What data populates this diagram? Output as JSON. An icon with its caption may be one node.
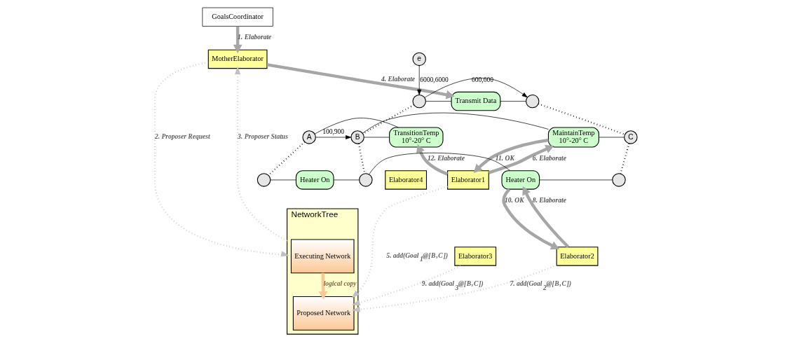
{
  "diagram": {
    "nodes": [
      {
        "text": [
          "GoalsCoordinator"
        ]
      },
      {
        "text": [
          "MotherElaborator"
        ]
      },
      {
        "text": [
          "NetworkTree"
        ]
      },
      {
        "text": [
          "Executing Network"
        ],
        "in": 2
      },
      {
        "text": [
          "Proposed Network"
        ],
        "in": 2
      },
      {
        "text": [
          "e"
        ]
      },
      {
        "text": [],
        "shape": "circle"
      },
      {
        "text": [
          "Transmit Data"
        ]
      },
      {
        "text": [],
        "shape": "circle"
      },
      {
        "text": [
          "Elaborator1"
        ]
      },
      {
        "text": [
          "A"
        ]
      },
      {
        "text": [
          "TransitionTemp",
          "10°-20° C"
        ]
      },
      {
        "text": [
          "B"
        ]
      },
      {
        "text": [
          "MaintainTemp",
          "10°-20° C"
        ]
      },
      {
        "text": [
          "C"
        ]
      },
      {
        "text": [
          "Elaborator4"
        ]
      },
      {
        "text": [
          "Elaborator2"
        ]
      },
      {
        "text": [],
        "shape": "circle"
      },
      {
        "text": [
          "Heater On"
        ]
      },
      {
        "text": [],
        "shape": "circle"
      },
      {
        "text": [
          "Heater On"
        ]
      },
      {
        "text": [],
        "shape": "circle"
      },
      {
        "text": [
          "Elaborator3"
        ]
      }
    ],
    "edges": [
      {
        "from": 0,
        "to": 1,
        "arrow": "to",
        "label": "1. Elaborate",
        "style": "thick",
        "color": "#a6a6a6"
      },
      {
        "from": 1,
        "to": 2,
        "arrow": "to",
        "label": "2. Proposer Request",
        "style": "dashed",
        "color": "#c0c0c0"
      },
      {
        "from": 2,
        "to": 1,
        "arrow": "to",
        "label": "3. Proposer Status",
        "style": "dashed",
        "color": "#c0c0c0"
      },
      {
        "from": 1,
        "to": 7,
        "arrow": "to",
        "label": "4. Elaborate",
        "style": "thick",
        "color": "#a6a6a6"
      },
      {
        "from": 9,
        "to": 4,
        "arrow": "to",
        "label": "5. add(Goal$_{1}$@[**B**,**C**])",
        "style": "dashed",
        "color": "#c0c0c0"
      },
      {
        "from": 9,
        "to": 13,
        "arrow": "to",
        "label": "6. Elaborate",
        "style": "thick",
        "color": "#a6a6a6"
      },
      {
        "from": 16,
        "to": 4,
        "arrow": "to",
        "label": "7. add(Goal$_{2}$@[**B**,**C**])",
        "style": "dashed",
        "color": "#c0c0c0"
      },
      {
        "from": 16,
        "to": 20,
        "arrow": "to",
        "label": "8. Elaborate",
        "style": "thick",
        "color": "#a6a6a6"
      },
      {
        "from": 22,
        "to": 4,
        "arrow": "to",
        "label": "9. add(Goal$_{3}$@[**B**,**C**])",
        "style": "dashed",
        "color": "#c0c0c0"
      },
      {
        "from": 20,
        "to": 16,
        "arrow": "to",
        "label": "10. OK",
        "style": "thick",
        "color": "#a6a6a6"
      },
      {
        "from": 13,
        "to": 9,
        "arrow": "to",
        "label": "11. OK",
        "style": "thick",
        "color": "#a6a6a6"
      },
      {
        "from": 9,
        "to": 11,
        "arrow": "to",
        "label": "12. Elaborate",
        "style": "thick",
        "color": "#a6a6a6"
      },
      {
        "from": 5,
        "to": 6,
        "arrow": "to",
        "label": "6000,6000"
      },
      {
        "from": 6,
        "to": 8,
        "arrow": "to",
        "label": "600,600"
      },
      {
        "from": 10,
        "to": 12,
        "arrow": "to",
        "label": "100,900"
      },
      {
        "from": 3,
        "to": 4,
        "arrow": "to",
        "label": "logical copy",
        "style": "thick",
        "color": "#fcc896"
      },
      {
        "from": 6,
        "to": 7,
        "arrow": "none"
      },
      {
        "from": 7,
        "to": 8,
        "arrow": "none"
      },
      {
        "from": 10,
        "to": 11,
        "arrow": "none"
      },
      {
        "from": 11,
        "to": 12,
        "arrow": "none"
      },
      {
        "from": 12,
        "to": 13,
        "arrow": "none"
      },
      {
        "from": 13,
        "to": 14,
        "arrow": "none"
      },
      {
        "from": 17,
        "to": 18,
        "arrow": "none"
      },
      {
        "from": 18,
        "to": 19,
        "arrow": "none"
      },
      {
        "from": 19,
        "to": 20,
        "arrow": "none"
      },
      {
        "from": 20,
        "to": 21,
        "arrow": "none"
      },
      {
        "from": 6,
        "to": 12,
        "arrow": "none",
        "style": "dashed"
      },
      {
        "from": 12,
        "to": 19,
        "arrow": "none",
        "style": "dashed"
      },
      {
        "from": 8,
        "to": 14,
        "arrow": "none",
        "style": "dashed"
      },
      {
        "from": 14,
        "to": 21,
        "arrow": "none",
        "style": "dashed"
      },
      {
        "from": 10,
        "to": 17,
        "arrow": "none",
        "style": "dashed"
      }
    ]
  }
}
